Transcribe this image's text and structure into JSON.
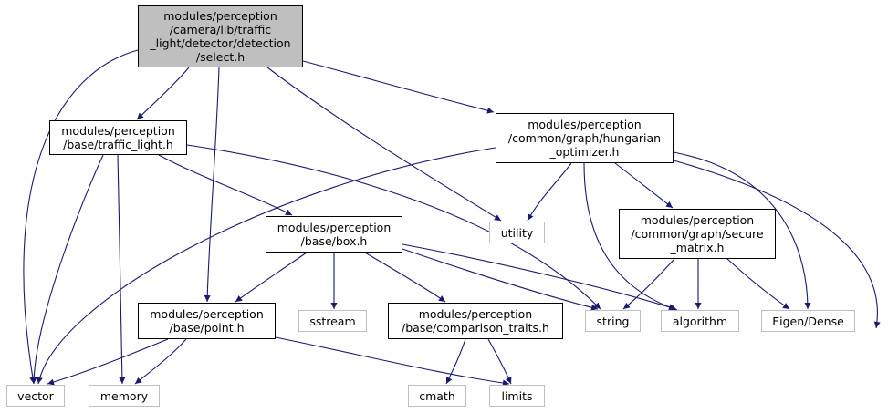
{
  "graph": {
    "edge_color": "#191970",
    "root_fill": "#bfbfbf",
    "external_border": "#bfbfbf",
    "nodes": {
      "select": {
        "label": "modules/perception\n/camera/lib/traffic\n_light/detector/detection\n/select.h"
      },
      "traffic_light": {
        "label": "modules/perception\n/base/traffic_light.h"
      },
      "hungarian": {
        "label": "modules/perception\n/common/graph/hungarian\n_optimizer.h"
      },
      "box": {
        "label": "modules/perception\n/base/box.h"
      },
      "utility": {
        "label": "utility"
      },
      "secure_matrix": {
        "label": "modules/perception\n/common/graph/secure\n_matrix.h"
      },
      "point": {
        "label": "modules/perception\n/base/point.h"
      },
      "sstream": {
        "label": "sstream"
      },
      "comparison_traits": {
        "label": "modules/perception\n/base/comparison_traits.h"
      },
      "string": {
        "label": "string"
      },
      "algorithm": {
        "label": "algorithm"
      },
      "eigen_dense": {
        "label": "Eigen/Dense"
      },
      "vector": {
        "label": "vector"
      },
      "memory": {
        "label": "memory"
      },
      "cmath": {
        "label": "cmath"
      },
      "limits": {
        "label": "limits"
      }
    },
    "edges": [
      [
        "select",
        "vector"
      ],
      [
        "select",
        "traffic_light"
      ],
      [
        "select",
        "point"
      ],
      [
        "select",
        "utility"
      ],
      [
        "select",
        "hungarian"
      ],
      [
        "traffic_light",
        "vector"
      ],
      [
        "traffic_light",
        "memory"
      ],
      [
        "traffic_light",
        "box"
      ],
      [
        "traffic_light",
        "string"
      ],
      [
        "hungarian",
        "vector"
      ],
      [
        "hungarian",
        "utility"
      ],
      [
        "hungarian",
        "secure_matrix"
      ],
      [
        "hungarian",
        "algorithm"
      ],
      [
        "hungarian",
        "eigen_dense"
      ],
      [
        "hungarian",
        "limits"
      ],
      [
        "box",
        "point"
      ],
      [
        "box",
        "sstream"
      ],
      [
        "box",
        "comparison_traits"
      ],
      [
        "box",
        "string"
      ],
      [
        "box",
        "algorithm"
      ],
      [
        "secure_matrix",
        "string"
      ],
      [
        "secure_matrix",
        "algorithm"
      ],
      [
        "secure_matrix",
        "eigen_dense"
      ],
      [
        "point",
        "vector"
      ],
      [
        "point",
        "memory"
      ],
      [
        "point",
        "limits"
      ],
      [
        "comparison_traits",
        "cmath"
      ],
      [
        "comparison_traits",
        "limits"
      ]
    ]
  }
}
